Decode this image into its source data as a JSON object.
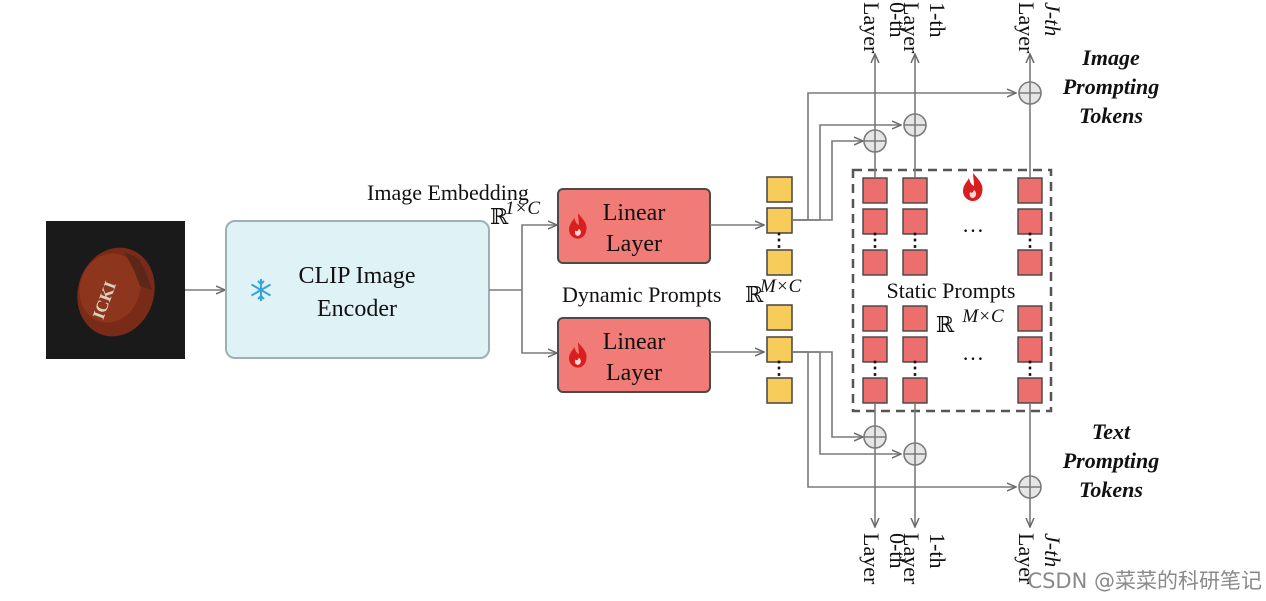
{
  "input_image": {
    "overlay_text": "ICKI"
  },
  "encoder": {
    "line1": "CLIP Image",
    "line2": "Encoder"
  },
  "linear_top": {
    "line1": "Linear",
    "line2": "Layer"
  },
  "linear_bottom": {
    "line1": "Linear",
    "line2": "Layer"
  },
  "labels": {
    "image_embedding": "Image Embedding",
    "image_embedding_space": "ℝ",
    "image_embedding_sup": "1×C",
    "dynamic_prompts": "Dynamic Prompts",
    "dynamic_space": "ℝ",
    "dynamic_sup": "M×C",
    "static_prompts": "Static Prompts",
    "static_space": "ℝ",
    "static_sup": "M×C",
    "ellipsis_v": "⋮",
    "ellipsis_h": "…"
  },
  "image_tokens": {
    "line1": "Image",
    "line2": "Prompting",
    "line3": "Tokens"
  },
  "text_tokens": {
    "line1": "Text",
    "line2": "Prompting",
    "line3": "Tokens"
  },
  "layers_top": [
    {
      "a": "0-th",
      "b": "Layer"
    },
    {
      "a": "1-th",
      "b": "Layer"
    },
    {
      "a": "J-th",
      "b": "Layer"
    }
  ],
  "layers_bottom": [
    {
      "a": "0-th",
      "b": "Layer"
    },
    {
      "a": "1-th",
      "b": "Layer"
    },
    {
      "a": "J-th",
      "b": "Layer"
    }
  ],
  "watermark": "CSDN @菜菜的科研笔记",
  "colors": {
    "encoder_fill": "#dff2f6",
    "encoder_stroke": "#9fb0b4",
    "linear_fill": "#f07b77",
    "token_yellow": "#f8cc5a",
    "static_red": "#ec6f6d",
    "fire": "#d81e1e",
    "snow": "#37a3dd"
  }
}
